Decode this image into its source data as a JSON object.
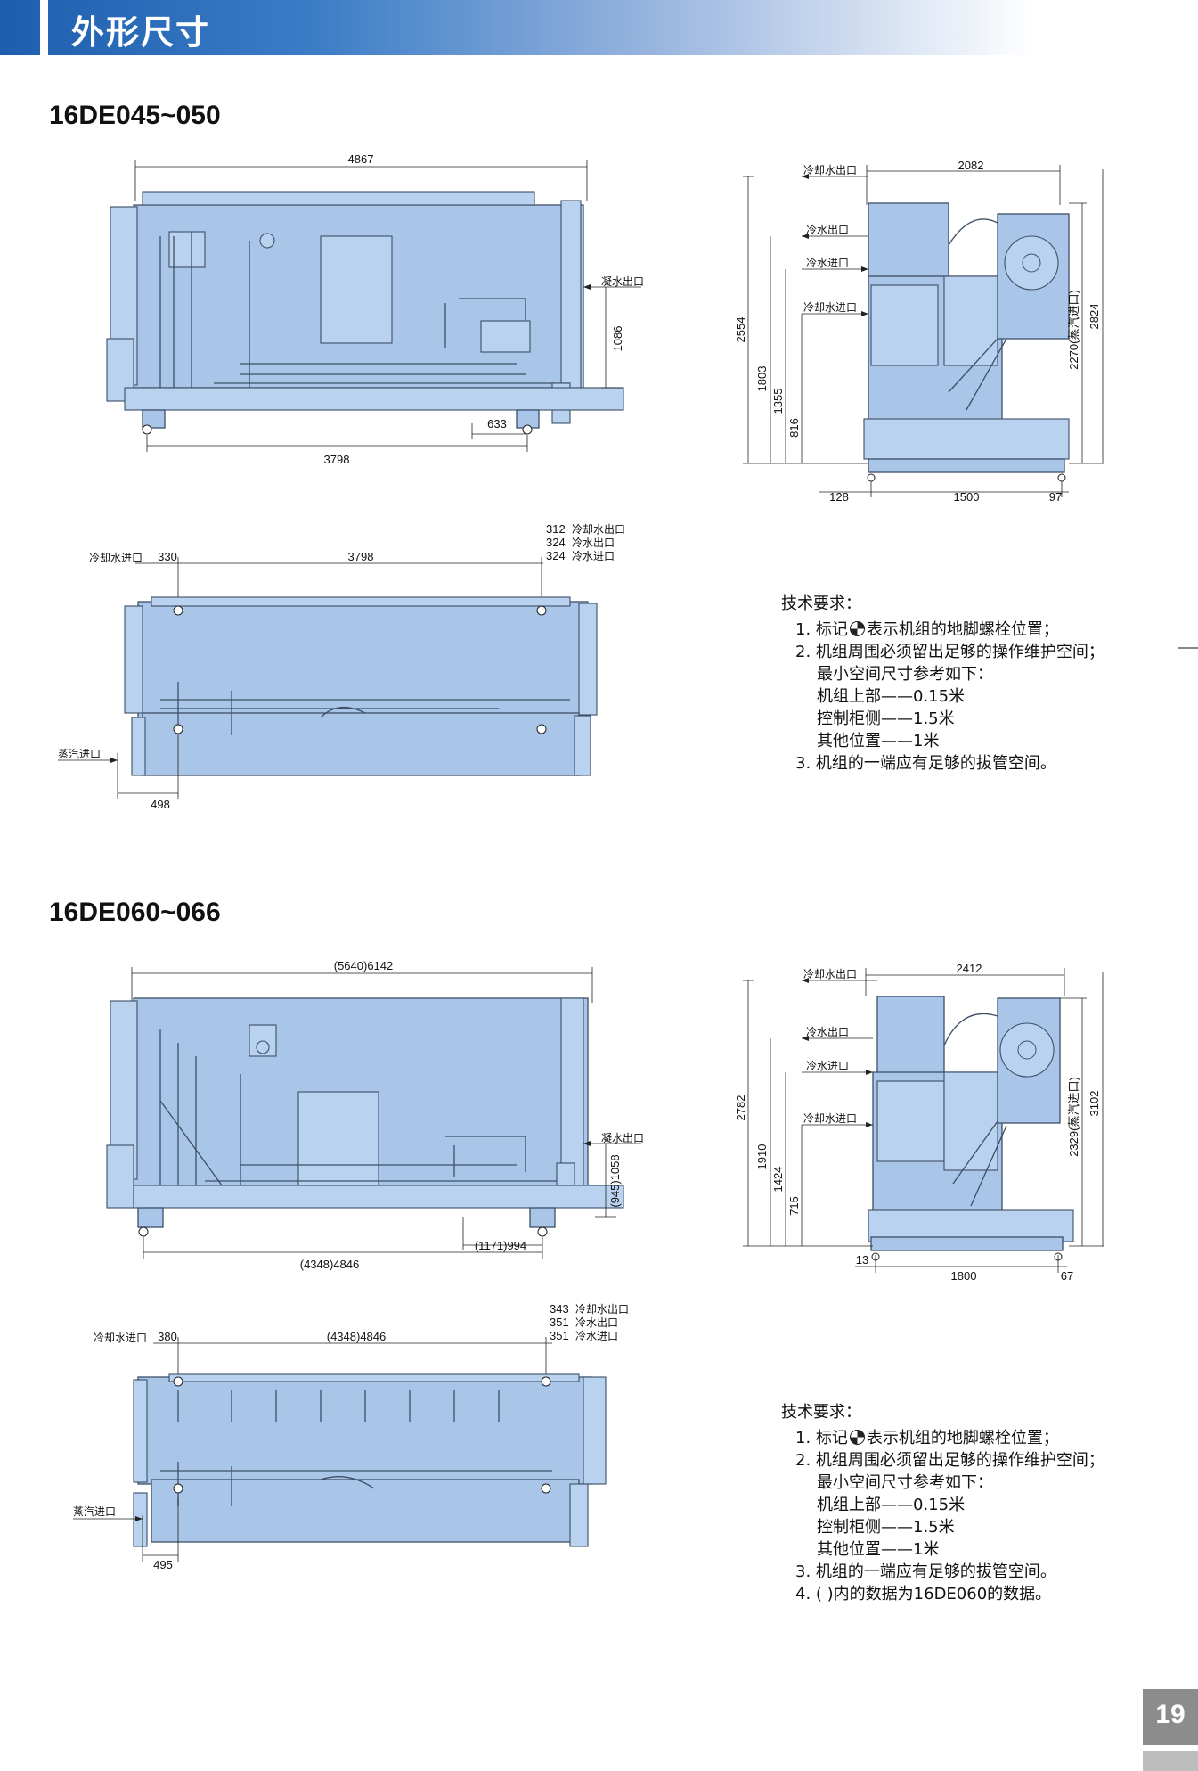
{
  "header": {
    "title": "外形尺寸"
  },
  "page_number": "19",
  "accent_color": "#1d5fae",
  "equipment_color": "#a9c6e8",
  "sections": [
    {
      "model": "16DE045~050",
      "front": {
        "overall_length": "4867",
        "bolt_span": "3798",
        "bolt_offset": "633",
        "drain_height": "1086",
        "drain_label": "凝水出口"
      },
      "side": {
        "width": "2082",
        "height_total": "2554",
        "height_cooling_out": "2824",
        "height_steam_in": "2270(蒸汽进口)",
        "cold_out": "1803",
        "cold_in": "1355",
        "cooling_in": "816",
        "left_offset": "128",
        "bolt_span": "1500",
        "right_offset": "97",
        "labels": {
          "cooling_out": "冷却水出口",
          "chilled_out": "冷水出口",
          "chilled_in": "冷水进口",
          "cooling_in": "冷却水进口"
        }
      },
      "top": {
        "inlet_label": "冷却水进口",
        "inlet_offset": "330",
        "bolt_span": "3798",
        "steam_label": "蒸汽进口",
        "steam_offset": "498",
        "right_dims": [
          {
            "value": "312",
            "label": "冷却水出口"
          },
          {
            "value": "324",
            "label": "冷水出口"
          },
          {
            "value": "324",
            "label": "冷水进口"
          }
        ]
      },
      "notes": {
        "title": "技术要求：",
        "items": [
          "1. 标记",
          "表示机组的地脚螺栓位置；",
          "2. 机组周围必须留出足够的操作维护空间；",
          "最小空间尺寸参考如下：",
          "机组上部——0.15米",
          "控制柜侧——1.5米",
          "其他位置——1米",
          "3. 机组的一端应有足够的拔管空间。"
        ]
      }
    },
    {
      "model": "16DE060~066",
      "front": {
        "overall_length": "(5640)6142",
        "bolt_span": "(4348)4846",
        "bolt_offset": "(1171)994",
        "drain_height": "(945)1058",
        "drain_label": "凝水出口"
      },
      "side": {
        "width": "2412",
        "height_total": "2782",
        "height_cooling_out": "3102",
        "height_steam_in": "2329(蒸汽进口)",
        "cold_out": "1910",
        "cold_in": "1424",
        "cooling_in": "715",
        "left_offset": "13",
        "bolt_span": "1800",
        "right_offset": "67",
        "labels": {
          "cooling_out": "冷却水出口",
          "chilled_out": "冷水出口",
          "chilled_in": "冷水进口",
          "cooling_in": "冷却水进口"
        }
      },
      "top": {
        "inlet_label": "冷却水进口",
        "inlet_offset": "380",
        "bolt_span": "(4348)4846",
        "steam_label": "蒸汽进口",
        "steam_offset": "495",
        "right_dims": [
          {
            "value": "343",
            "label": "冷却水出口"
          },
          {
            "value": "351",
            "label": "冷水出口"
          },
          {
            "value": "351",
            "label": "冷水进口"
          }
        ]
      },
      "notes": {
        "title": "技术要求：",
        "items": [
          "1. 标记",
          "表示机组的地脚螺栓位置；",
          "2. 机组周围必须留出足够的操作维护空间；",
          "最小空间尺寸参考如下：",
          "机组上部——0.15米",
          "控制柜侧——1.5米",
          "其他位置——1米",
          "3. 机组的一端应有足够的拔管空间。",
          "4. ( )内的数据为16DE060的数据。"
        ]
      }
    }
  ]
}
